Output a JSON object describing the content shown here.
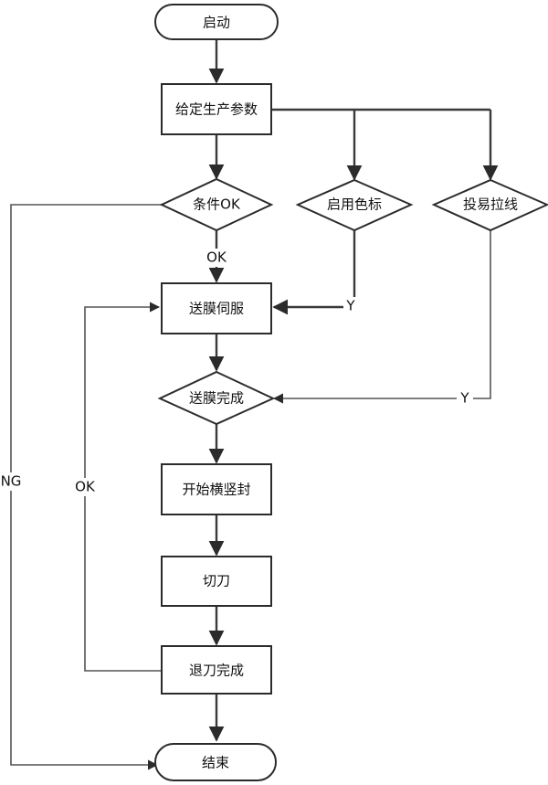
{
  "nodes": {
    "start": "启动",
    "params": "给定生产参数",
    "cond_ok": "条件OK",
    "color_mark": "启用色标",
    "cast_line": "投易拉线",
    "film_servo": "送膜伺服",
    "film_done": "送膜完成",
    "seal": "开始横竖封",
    "cut": "切刀",
    "retract_done": "退刀完成",
    "end": "结束"
  },
  "labels": {
    "ok_down": "OK",
    "ng": "NG",
    "ok_loop": "OK",
    "y_color": "Y",
    "y_cast": "Y"
  }
}
